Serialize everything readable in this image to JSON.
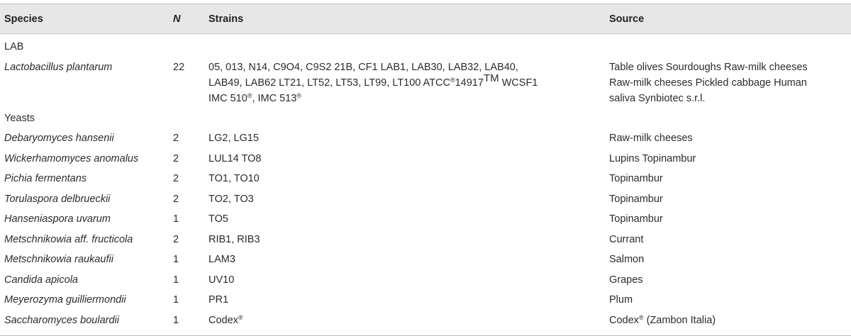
{
  "table": {
    "headers": {
      "species": "Species",
      "n": "N",
      "strains": "Strains",
      "source": "Source"
    },
    "lab_group": "LAB",
    "yeasts_group": "Yeasts",
    "lactobacillus": {
      "species": "Lactobacillus plantarum",
      "n": "22",
      "strains_line1": "05, 013, N14, C9O4, C9S2 21B, CF1 LAB1, LAB30, LAB32, LAB40,",
      "strains_line2_a": "LAB49, LAB62 LT21, LT52, LT53, LT99, LT100 ATCC",
      "strains_line2_reg": "®",
      "strains_line2_b": "14917",
      "strains_line2_tm": "TM",
      "strains_line2_c": " WCSF1",
      "strains_line3_a": "IMC 510",
      "strains_line3_reg1": "®",
      "strains_line3_b": ", IMC 513",
      "strains_line3_reg2": "®",
      "source_line1": "Table olives Sourdoughs Raw-milk cheeses",
      "source_line2": "Raw-milk cheeses Pickled cabbage Human",
      "source_line3": "saliva Synbiotec s.r.l."
    },
    "yeast_rows": [
      {
        "species": "Debaryomyces hansenii",
        "n": "2",
        "strains": "LG2, LG15",
        "source": "Raw-milk cheeses"
      },
      {
        "species": "Wickerhamomyces anomalus",
        "n": "2",
        "strains": "LUL14 TO8",
        "source": "Lupins Topinambur"
      },
      {
        "species": "Pichia fermentans",
        "n": "2",
        "strains": "TO1, TO10",
        "source": "Topinambur"
      },
      {
        "species": "Torulaspora delbrueckii",
        "n": "2",
        "strains": "TO2, TO3",
        "source": "Topinambur"
      },
      {
        "species": "Hanseniaspora uvarum",
        "n": "1",
        "strains": "TO5",
        "source": "Topinambur"
      },
      {
        "species": "Metschnikowia aff. fructicola",
        "n": "2",
        "strains": "RIB1, RIB3",
        "source": "Currant"
      },
      {
        "species": "Metschnikowia raukaufii",
        "n": "1",
        "strains": "LAM3",
        "source": "Salmon"
      },
      {
        "species": "Candida apicola",
        "n": "1",
        "strains": "UV10",
        "source": "Grapes"
      },
      {
        "species": "Meyerozyma guilliermondii",
        "n": "1",
        "strains": "PR1",
        "source": "Plum"
      }
    ],
    "saccharomyces": {
      "species": "Saccharomyces boulardii",
      "n": "1",
      "strains_a": "Codex",
      "strains_reg": "®",
      "source_a": "Codex",
      "source_reg": "®",
      "source_b": " (Zambon Italia)"
    }
  }
}
